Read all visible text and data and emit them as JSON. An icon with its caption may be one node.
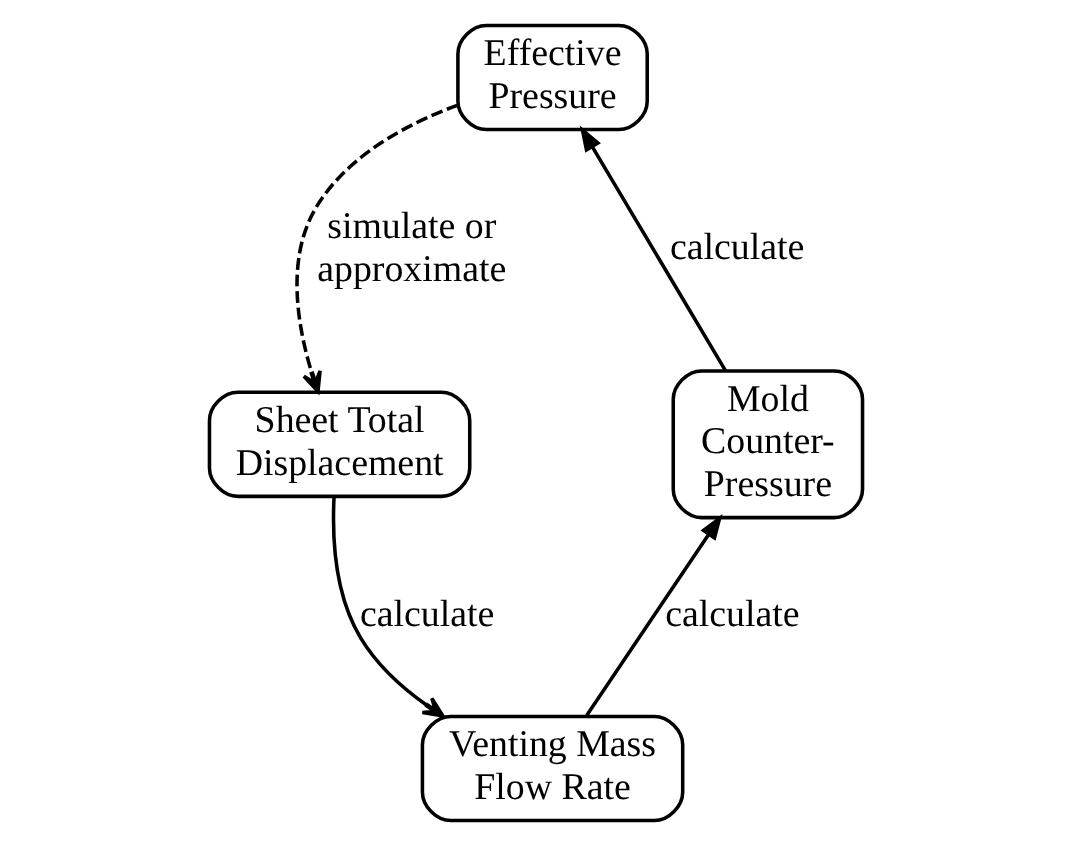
{
  "diagram": {
    "nodes": [
      {
        "text": [
          "Effective Pressure"
        ]
      },
      {
        "text": [
          "Sheet Total Displacement"
        ]
      },
      {
        "text": [
          "Venting Mass Flow Rate"
        ]
      },
      {
        "text": [
          "Mold Counter-Pressure"
        ]
      }
    ],
    "edges": [
      {
        "from": 0,
        "to": 1,
        "arrow": "to",
        "label": "simulate or approximate",
        "style": "dashed"
      },
      {
        "from": 1,
        "to": 2,
        "arrow": "to",
        "label": "calculate"
      },
      {
        "from": 2,
        "to": 3,
        "arrow": "to",
        "label": "calculate"
      },
      {
        "from": 3,
        "to": 0,
        "arrow": "to",
        "label": "calculate"
      }
    ]
  }
}
